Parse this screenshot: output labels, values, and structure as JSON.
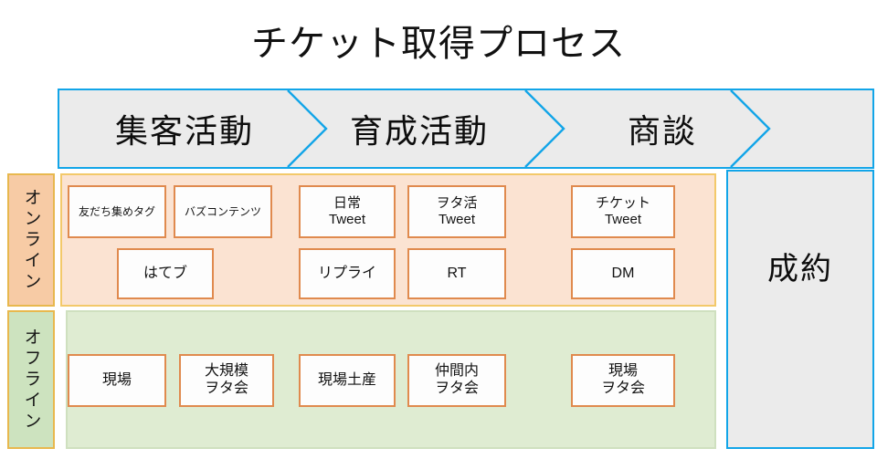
{
  "title": "チケット取得プロセス",
  "phases": {
    "items": [
      {
        "label": "集客活動"
      },
      {
        "label": "育成活動"
      },
      {
        "label": "商談"
      }
    ]
  },
  "channels": [
    {
      "name": "online",
      "label": "オンライン"
    },
    {
      "name": "offline",
      "label": "オフライン"
    }
  ],
  "online_tactics": [
    {
      "label": "友だち集めタグ"
    },
    {
      "label": "バズコンテンツ"
    },
    {
      "label": "日常\nTweet"
    },
    {
      "label": "ヲタ活\nTweet"
    },
    {
      "label": "チケット\nTweet"
    },
    {
      "label": "はてブ"
    },
    {
      "label": "リプライ"
    },
    {
      "label": "RT"
    },
    {
      "label": "DM"
    }
  ],
  "offline_tactics": [
    {
      "label": "現場"
    },
    {
      "label": "大規模\nヲタ会"
    },
    {
      "label": "現場土産"
    },
    {
      "label": "仲間内\nヲタ会"
    },
    {
      "label": "現場\nヲタ会"
    }
  ],
  "outcome": {
    "label": "成約"
  },
  "colors": {
    "phase_border": "#12a5e8",
    "phase_fill": "#ebebeb",
    "online_fill": "#fbe3d2",
    "online_border": "#f3c96a",
    "online_label_fill": "#f7cba5",
    "offline_fill": "#dfecd2",
    "offline_border": "#cfe0bf",
    "offline_label_fill": "#cde3bf",
    "tactic_border": "#e08a4e",
    "tactic_fill": "#fdfdfd",
    "text": "#121212"
  }
}
